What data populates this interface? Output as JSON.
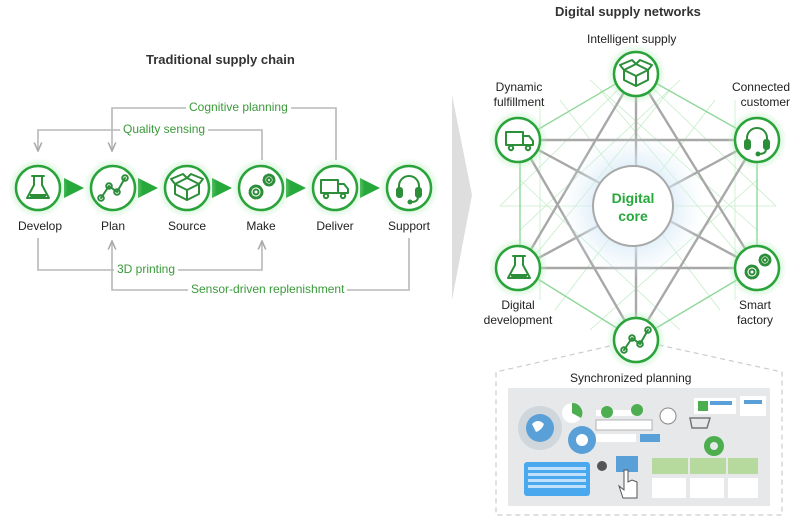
{
  "left": {
    "title": "Traditional supply chain",
    "steps": [
      {
        "label": "Develop",
        "icon": "flask-icon"
      },
      {
        "label": "Plan",
        "icon": "line-graph-icon"
      },
      {
        "label": "Source",
        "icon": "box-icon"
      },
      {
        "label": "Make",
        "icon": "gears-icon"
      },
      {
        "label": "Deliver",
        "icon": "truck-icon"
      },
      {
        "label": "Support",
        "icon": "headset-icon"
      }
    ],
    "loops": {
      "cognitive_planning": "Cognitive planning",
      "quality_sensing": "Quality sensing",
      "printing_3d": "3D printing",
      "sensor_replenishment": "Sensor-driven replenishment"
    }
  },
  "right": {
    "title": "Digital supply networks",
    "core": {
      "line1": "Digital",
      "line2": "core"
    },
    "nodes": {
      "intelligent_supply": "Intelligent supply",
      "connected_customer_1": "Connected",
      "connected_customer_2": "customer",
      "smart_factory_1": "Smart",
      "smart_factory_2": "factory",
      "synchronized_planning": "Synchronized planning",
      "digital_development_1": "Digital",
      "digital_development_2": "development",
      "dynamic_fulfillment_1": "Dynamic",
      "dynamic_fulfillment_2": "fulfillment"
    }
  },
  "colors": {
    "accent": "#26a83a",
    "node_border": "#2aa33b",
    "glow": "#b9eec0",
    "gray_line": "#b8b8b8",
    "chevron": "#d9d9d9"
  }
}
